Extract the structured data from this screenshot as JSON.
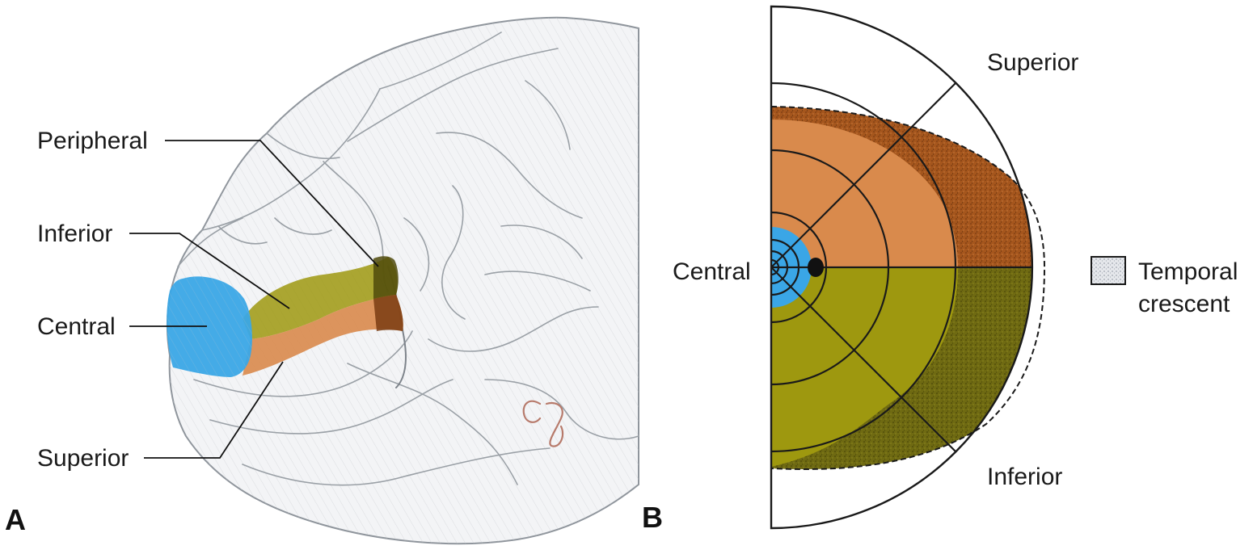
{
  "panel_a": {
    "letter": "A",
    "labels": {
      "peripheral": "Peripheral",
      "inferior": "Inferior",
      "central": "Central",
      "superior": "Superior"
    }
  },
  "panel_b": {
    "letter": "B",
    "labels": {
      "superior": "Superior",
      "central": "Central",
      "inferior": "Inferior"
    },
    "legend": {
      "line1": "Temporal",
      "line2": "crescent"
    }
  },
  "colors": {
    "central": "#3aa6e6",
    "superior": "#d98a4c",
    "inferior": "#9e980f",
    "superior_crescent": "#a5561d",
    "inferior_crescent": "#6f6a12",
    "line": "#1a1a1a"
  },
  "signature": "CG"
}
